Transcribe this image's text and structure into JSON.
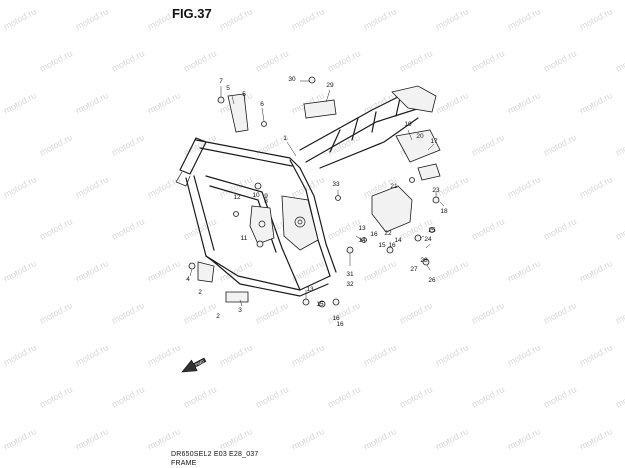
{
  "figure": {
    "title": "FIG.37",
    "model_code": "DR650SEL2 E03 E28_037",
    "caption": "FRAME"
  },
  "watermark": {
    "text": "motod.ru"
  },
  "callouts": [
    {
      "label": "1"
    },
    {
      "label": "2"
    },
    {
      "label": "2"
    },
    {
      "label": "3"
    },
    {
      "label": "4"
    },
    {
      "label": "5"
    },
    {
      "label": "5"
    },
    {
      "label": "6"
    },
    {
      "label": "7"
    },
    {
      "label": "8"
    },
    {
      "label": "9"
    },
    {
      "label": "10"
    },
    {
      "label": "11"
    },
    {
      "label": "12"
    },
    {
      "label": "13"
    },
    {
      "label": "13"
    },
    {
      "label": "14"
    },
    {
      "label": "14"
    },
    {
      "label": "15"
    },
    {
      "label": "15"
    },
    {
      "label": "16"
    },
    {
      "label": "16"
    },
    {
      "label": "16"
    },
    {
      "label": "16"
    },
    {
      "label": "17"
    },
    {
      "label": "18"
    },
    {
      "label": "19"
    },
    {
      "label": "20"
    },
    {
      "label": "21"
    },
    {
      "label": "22"
    },
    {
      "label": "23"
    },
    {
      "label": "24"
    },
    {
      "label": "25"
    },
    {
      "label": "26"
    },
    {
      "label": "27"
    },
    {
      "label": "28"
    },
    {
      "label": "29"
    },
    {
      "label": "30"
    },
    {
      "label": "31"
    },
    {
      "label": "32"
    },
    {
      "label": "33"
    }
  ],
  "icons": {
    "direction_arrow": "arrow-icon"
  }
}
